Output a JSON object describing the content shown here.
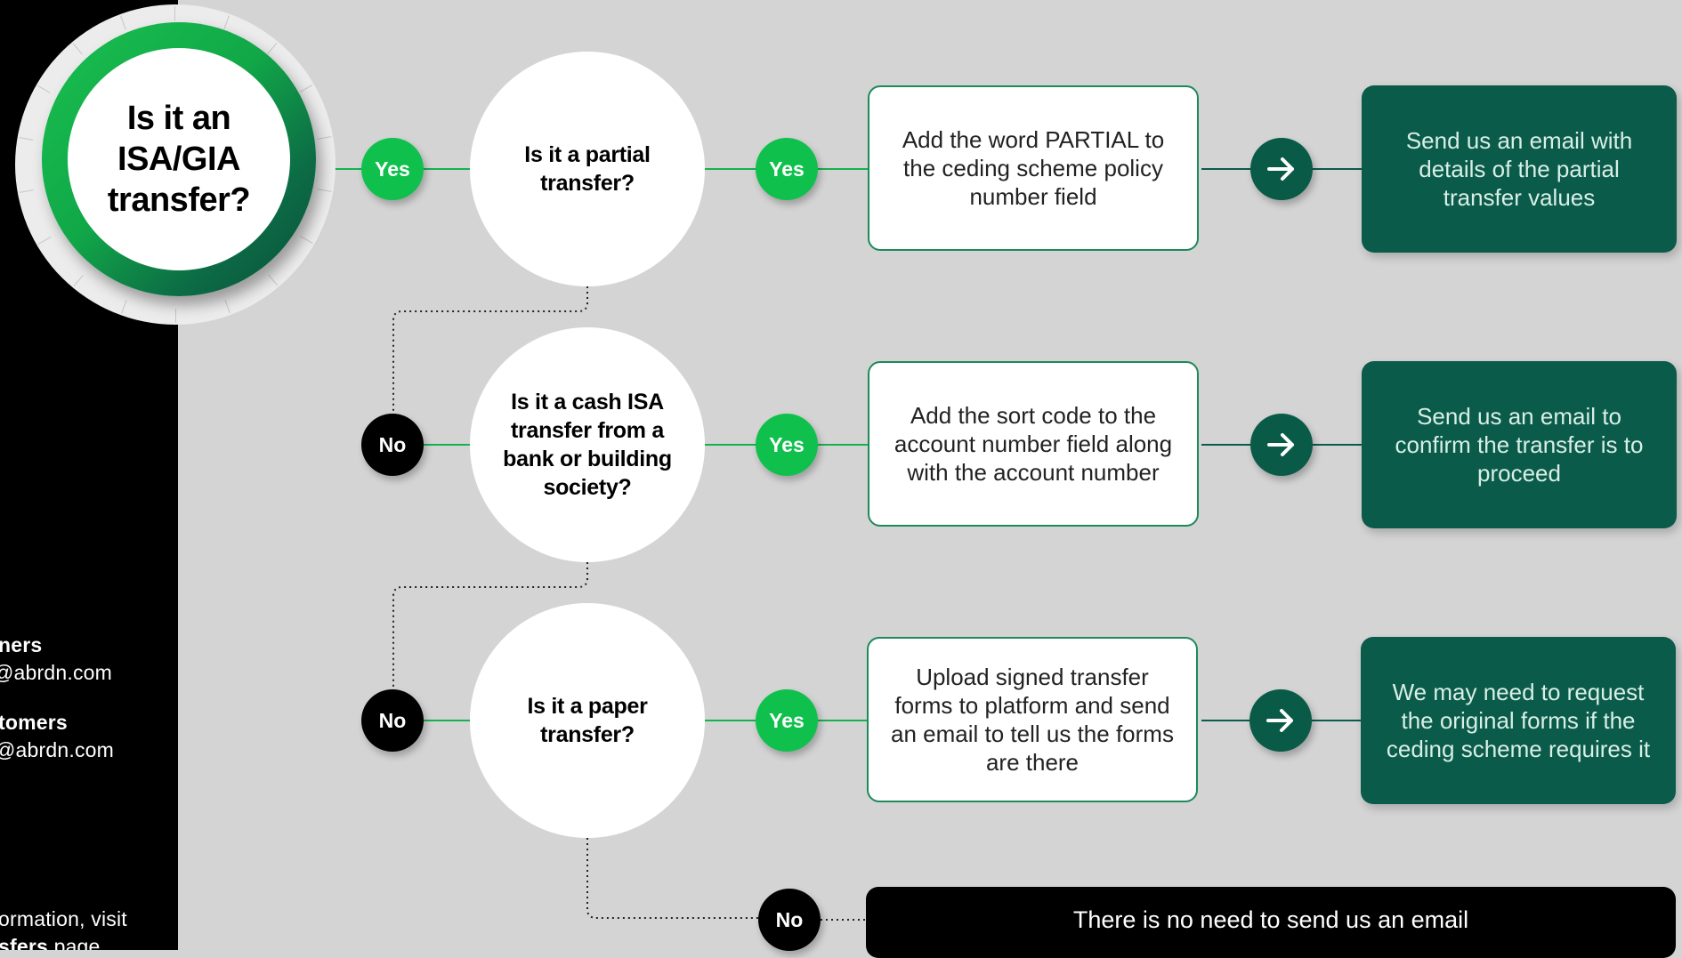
{
  "colors": {
    "sidebar": "#000000",
    "canvas": "#d4d4d4",
    "yes_green": "#0fc14c",
    "dark_green": "#0b5b4b",
    "box_border": "#1c8a5a"
  },
  "sidebar": {
    "line1": "ners",
    "line2": "@abrdn.com",
    "line3": "tomers",
    "line4": "@abrdn.com",
    "line5": "ormation, visit",
    "line6_bold": "sfers",
    "line6_rest": " page"
  },
  "main_question": "Is it an ISA/GIA transfer?",
  "questions": [
    "Is it a partial transfer?",
    "Is it a cash ISA transfer from a bank or building society?",
    "Is it a paper transfer?"
  ],
  "labels": {
    "yes": "Yes",
    "no": "No"
  },
  "icons": {
    "arrow": "arrow-right-icon"
  },
  "actions": [
    "Add the word PARTIAL to the ceding scheme policy number field",
    "Add the sort code to the account number field along with the account number",
    "Upload signed transfer forms to platform and send an email to tell us the forms are there"
  ],
  "results": [
    "Send us an email with details of the partial transfer values",
    "Send us an email to confirm the transfer is to proceed",
    "We may need to request the original forms if the ceding scheme requires it"
  ],
  "final": "There is no need to send us an email"
}
